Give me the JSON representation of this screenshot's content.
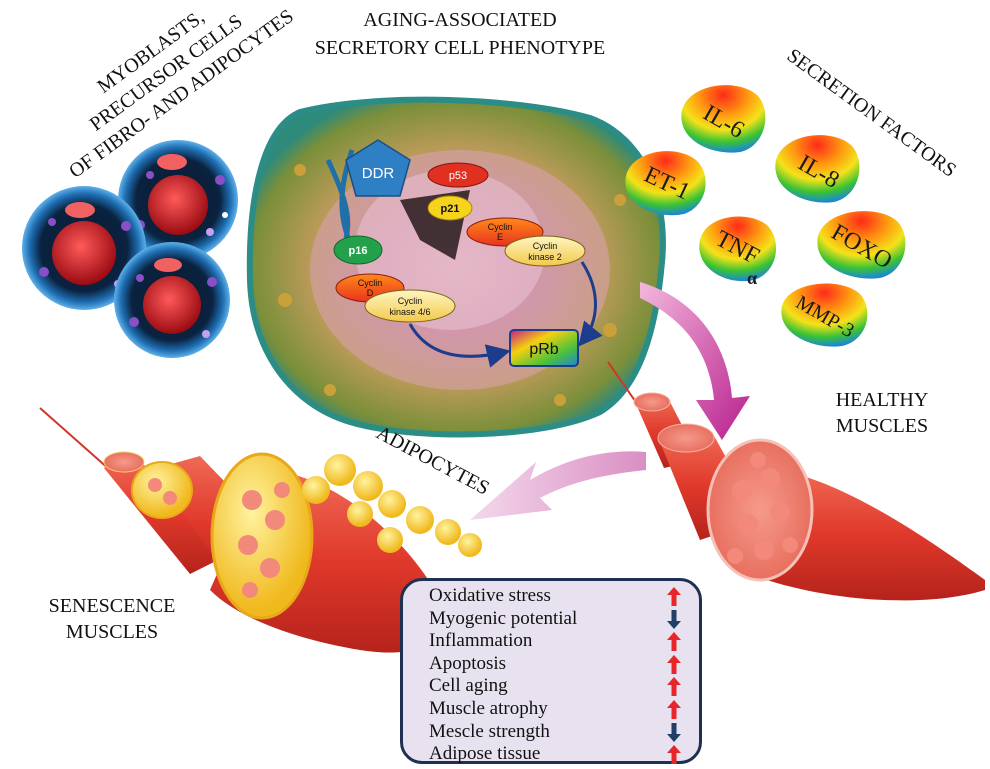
{
  "labels": {
    "progenitors": [
      "MYOBLASTS,",
      "PRECURSOR CELLS",
      "OF FIBRO- AND ADIPOCYTES"
    ],
    "phenotype": [
      "AGING-ASSOCIATED",
      "SECRETORY CELL PHENOTYPE"
    ],
    "secretion": "SECRETION FACTORS",
    "healthy": [
      "HEALTHY",
      "MUSCLES"
    ],
    "adipocytes": "ADIPOCYTES",
    "senescence": [
      "SENESCENCE",
      "MUSCLES"
    ]
  },
  "cell_pathway": {
    "ddr": "DDR",
    "p53": "p53",
    "p21": "p21",
    "p16": "p16",
    "cyclin_e": [
      "Cyclin",
      "E"
    ],
    "cdk2": [
      "Cyclin",
      "kinase 2"
    ],
    "cyclin_d": [
      "Cyclin",
      "D"
    ],
    "cdk46": [
      "Cyclin",
      "kinase 4/6"
    ],
    "prb": "pRb"
  },
  "factors": {
    "il6": "IL-6",
    "et1": "ET-1",
    "il8": "IL-8",
    "tnf": "TNF",
    "tnf_sub": "α",
    "foxo": "FOXO",
    "mmp3": "MMP-3"
  },
  "effects": [
    {
      "label": "Oxidative stress",
      "direction": "up"
    },
    {
      "label": "Myogenic potential",
      "direction": "down"
    },
    {
      "label": "Inflammation",
      "direction": "up"
    },
    {
      "label": "Apoptosis",
      "direction": "up"
    },
    {
      "label": "Cell aging",
      "direction": "up"
    },
    {
      "label": "Muscle atrophy",
      "direction": "up"
    },
    {
      "label": "Mescle strength",
      "direction": "down"
    },
    {
      "label": "Adipose tissue",
      "direction": "up"
    }
  ],
  "colors": {
    "arrow_up": "#e8262a",
    "arrow_down": "#1f3f66",
    "muscle_red": "#e0392b",
    "fat_yellow": "#f7d44a",
    "box_border": "#1f3152",
    "box_fill": "#e8e2f0",
    "big_arrow": "#c8399c"
  }
}
